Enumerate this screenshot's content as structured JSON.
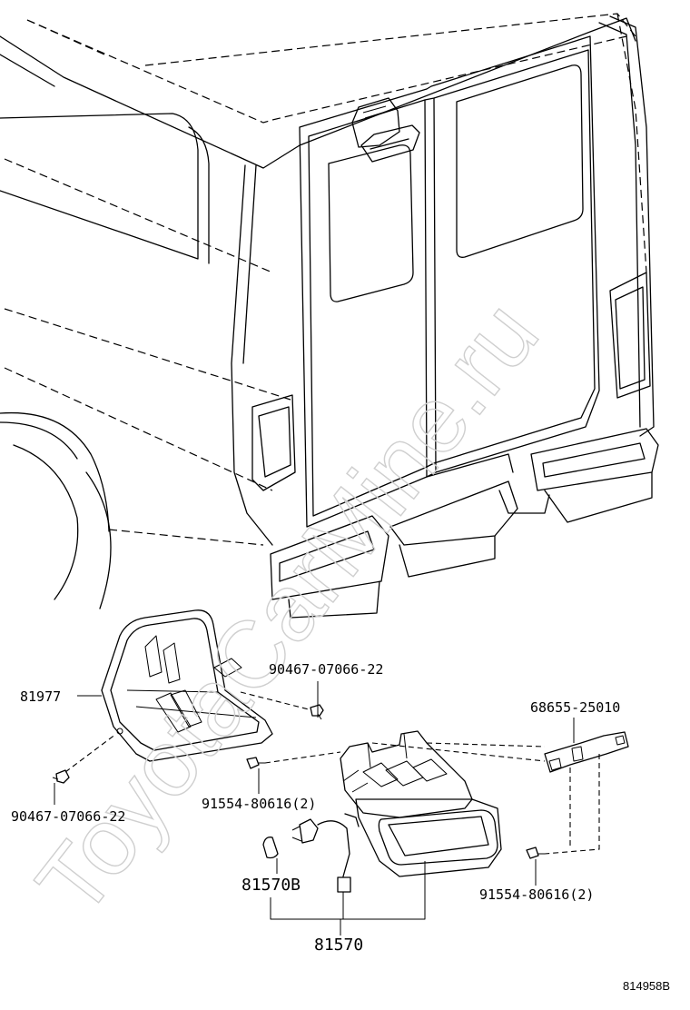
{
  "diagram": {
    "watermark": "ToyotaCarMine.ru",
    "diagram_number": "814958B",
    "labels": {
      "cover": "81977",
      "clip_upper": "90467-07066-22",
      "clip_lower": "90467-07066-22",
      "bracket": "68655-25010",
      "screw_left": "91554-80616(2)",
      "screw_right": "91554-80616(2)",
      "bulb": "81570B",
      "lamp_assembly": "81570"
    }
  }
}
